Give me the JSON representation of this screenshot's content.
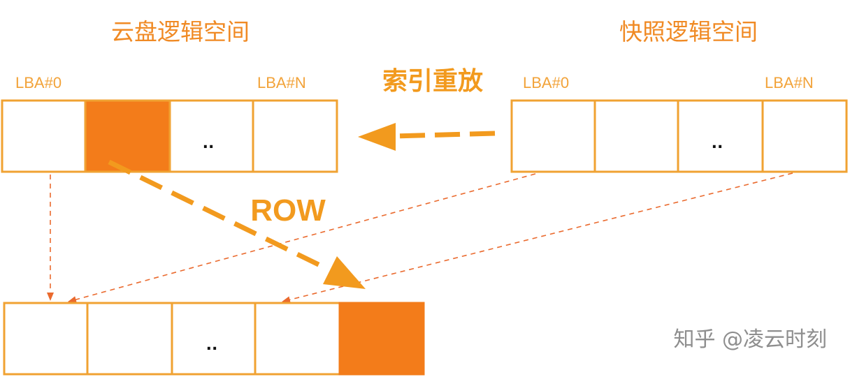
{
  "colors": {
    "orange_border": "#f0a232",
    "filled_block": "#f37c1a",
    "arrow_orange": "#f29a1e",
    "thin_dashed": "#ea6a2e",
    "watermark_gray": "#8e8e8e"
  },
  "cloud_disk": {
    "title": "云盘逻辑空间",
    "lba_start": "LBA#0",
    "lba_end": "LBA#N",
    "blocks": [
      {
        "label": "",
        "filled": true
      },
      {
        "label": "",
        "filled": true
      },
      {
        "label": "..",
        "filled": false
      },
      {
        "label": "",
        "filled": false
      }
    ]
  },
  "snapshot": {
    "title": "快照逻辑空间",
    "lba_start": "LBA#0",
    "lba_end": "LBA#N",
    "blocks": [
      {
        "label": "",
        "filled": false
      },
      {
        "label": "",
        "filled": false
      },
      {
        "label": "..",
        "filled": false
      },
      {
        "label": "",
        "filled": false
      }
    ]
  },
  "physical": {
    "blocks": [
      {
        "label": "",
        "filled": false
      },
      {
        "label": "",
        "filled": false
      },
      {
        "label": "..",
        "filled": false
      },
      {
        "label": "",
        "filled": false
      },
      {
        "label": "",
        "filled": true
      }
    ]
  },
  "arrows": {
    "index_replay_label": "索引重放",
    "row_label": "ROW"
  },
  "watermark": {
    "text": "知乎 @凌云时刻"
  }
}
